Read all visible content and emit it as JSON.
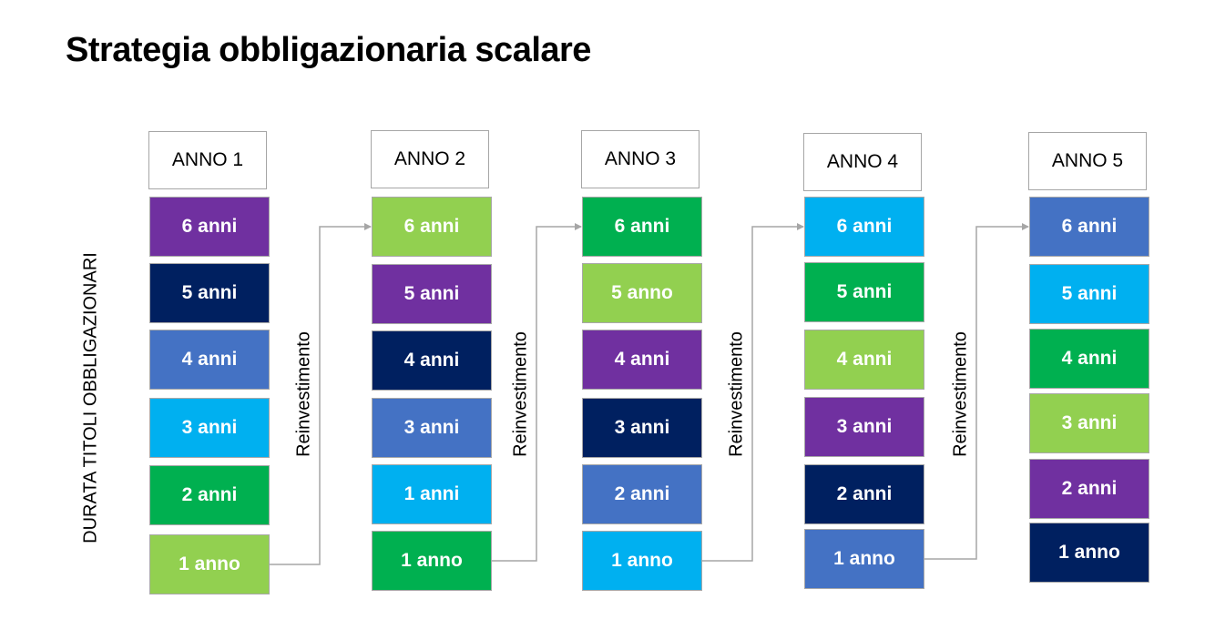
{
  "title": "Strategia obbligazionaria scalare",
  "axis_label": "DURATA TITOLI OBBLIGAZIONARI",
  "reinvest_label": "Reinvestimento",
  "colors": {
    "purple": "#7030a0",
    "navy": "#002060",
    "steel_blue": "#4472c4",
    "sky_blue": "#00b0f0",
    "green": "#00b050",
    "light_green": "#92d050"
  },
  "years": [
    {
      "header": "ANNO 1",
      "bonds": [
        {
          "label": "6 anni",
          "color": "#7030a0"
        },
        {
          "label": "5 anni",
          "color": "#002060"
        },
        {
          "label": "4 anni",
          "color": "#4472c4"
        },
        {
          "label": "3 anni",
          "color": "#00b0f0"
        },
        {
          "label": "2 anni",
          "color": "#00b050"
        },
        {
          "label": "1 anno",
          "color": "#92d050"
        }
      ]
    },
    {
      "header": "ANNO 2",
      "bonds": [
        {
          "label": "6 anni",
          "color": "#92d050"
        },
        {
          "label": "5 anni",
          "color": "#7030a0"
        },
        {
          "label": "4 anni",
          "color": "#002060"
        },
        {
          "label": "3 anni",
          "color": "#4472c4"
        },
        {
          "label": "1 anni",
          "color": "#00b0f0"
        },
        {
          "label": "1 anno",
          "color": "#00b050"
        }
      ]
    },
    {
      "header": "ANNO 3",
      "bonds": [
        {
          "label": "6 anni",
          "color": "#00b050"
        },
        {
          "label": "5 anno",
          "color": "#92d050"
        },
        {
          "label": "4 anni",
          "color": "#7030a0"
        },
        {
          "label": "3 anni",
          "color": "#002060"
        },
        {
          "label": "2 anni",
          "color": "#4472c4"
        },
        {
          "label": "1 anno",
          "color": "#00b0f0"
        }
      ]
    },
    {
      "header": "ANNO 4",
      "bonds": [
        {
          "label": "6 anni",
          "color": "#00b0f0"
        },
        {
          "label": "5 anni",
          "color": "#00b050"
        },
        {
          "label": "4 anni",
          "color": "#92d050"
        },
        {
          "label": "3 anni",
          "color": "#7030a0"
        },
        {
          "label": "2 anni",
          "color": "#002060"
        },
        {
          "label": "1 anno",
          "color": "#4472c4"
        }
      ]
    },
    {
      "header": "ANNO 5",
      "bonds": [
        {
          "label": "6 anni",
          "color": "#4472c4"
        },
        {
          "label": "5 anni",
          "color": "#00b0f0"
        },
        {
          "label": "4 anni",
          "color": "#00b050"
        },
        {
          "label": "3 anni",
          "color": "#92d050"
        },
        {
          "label": "2 anni",
          "color": "#7030a0"
        },
        {
          "label": "1 anno",
          "color": "#002060"
        }
      ]
    }
  ]
}
